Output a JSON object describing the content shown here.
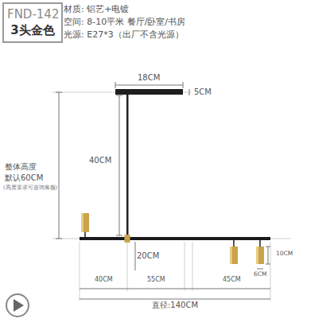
{
  "diagram": {
    "nodes": [
      {
        "text": [
          "FND-142",
          "3头金色"
        ]
      }
    ],
    "labels": [
      "材质: 铝艺+电镀",
      "空间: 8-10平米  餐厅/卧室/书房",
      "光源: E27*3（出厂不含光源）",
      "18CM",
      "5CM",
      "40CM",
      "整体高度",
      "默认60CM",
      "(高度要求可咨询客服)",
      "20CM",
      "10CM",
      "6CM",
      "40CM",
      "55CM",
      "45CM",
      "直径:140CM"
    ]
  }
}
